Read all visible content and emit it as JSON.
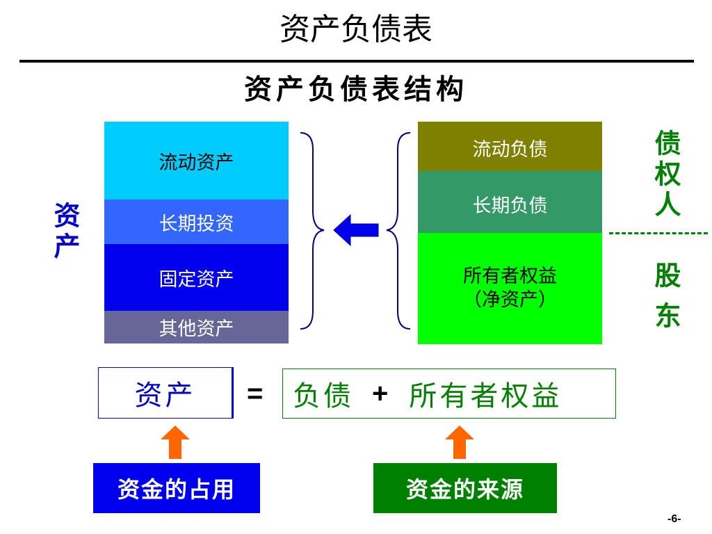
{
  "title": "资产负债表",
  "subtitle": "资产负债表结构",
  "assets_label": "资产",
  "assets": {
    "current": "流动资产",
    "long_term_investment": "长期投资",
    "fixed": "固定资产",
    "other": "其他资产"
  },
  "liabilities": {
    "current": "流动负债",
    "long_term": "长期负债",
    "equity_line1": "所有者权益",
    "equity_line2": "（净资产）"
  },
  "right_labels": {
    "creditors": "债权人",
    "shareholders": "股东"
  },
  "equation": {
    "left": "资产",
    "equals": "=",
    "liabilities": "负债",
    "plus": "+",
    "equity": "所有者权益"
  },
  "bottom": {
    "use_of_funds": "资金的占用",
    "source_of_funds": "资金的来源"
  },
  "page_number": "-6-",
  "colors": {
    "current_assets": "#00CCFF",
    "long_term_investment": "#3366FF",
    "fixed_assets": "#0000EE",
    "other_assets": "#666699",
    "current_liabilities": "#808000",
    "long_term_liabilities": "#339966",
    "equity": "#00FF00",
    "blue_text": "#0000CC",
    "green_text": "#008000",
    "arrow_orange": "#FF6600"
  }
}
